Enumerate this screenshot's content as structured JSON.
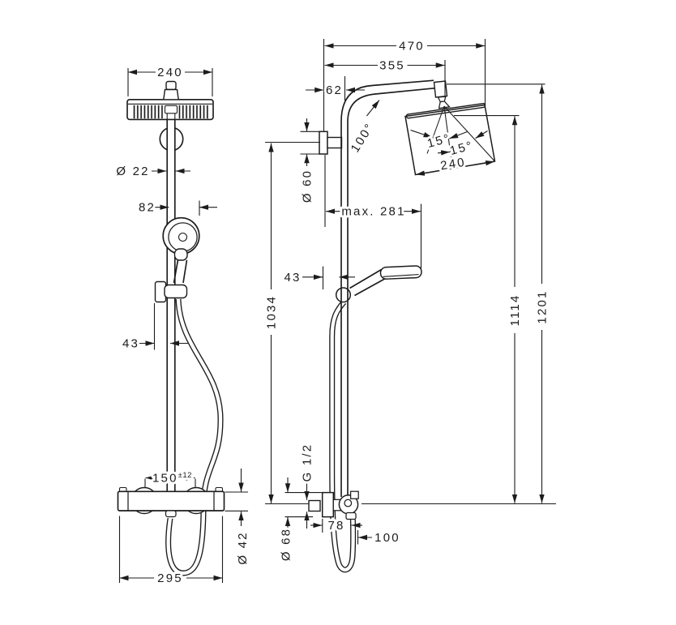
{
  "colors": {
    "ink": "#1c1c1c",
    "background": "#ffffff"
  },
  "front_view": {
    "dims": {
      "head_width": "240",
      "pipe_diameter": "Ø 22",
      "hand_shower_offset": "82",
      "holder_to_pipe": "43",
      "supply_centres": "150",
      "supply_centres_tolerance": "±12",
      "mixer_diameter": "Ø 42",
      "mixer_width": "295"
    }
  },
  "side_view": {
    "dims": {
      "projection_total": "470",
      "projection_pivot": "355",
      "wall_to_pipe": "62",
      "arm_angle": "100°",
      "head_tilt_inner": "15°",
      "head_tilt_outer": "15°",
      "head_depth": "240",
      "bracket_diameter": "Ø 60",
      "max_projection": "max. 281",
      "holder_depth": "43",
      "height_to_bracket": "1034",
      "height_to_head": "1114",
      "height_total": "1201",
      "connection_thread": "G 1/2",
      "escutcheon_diameter": "Ø 68",
      "outlet_offset": "78",
      "hose_offset": "100"
    }
  }
}
